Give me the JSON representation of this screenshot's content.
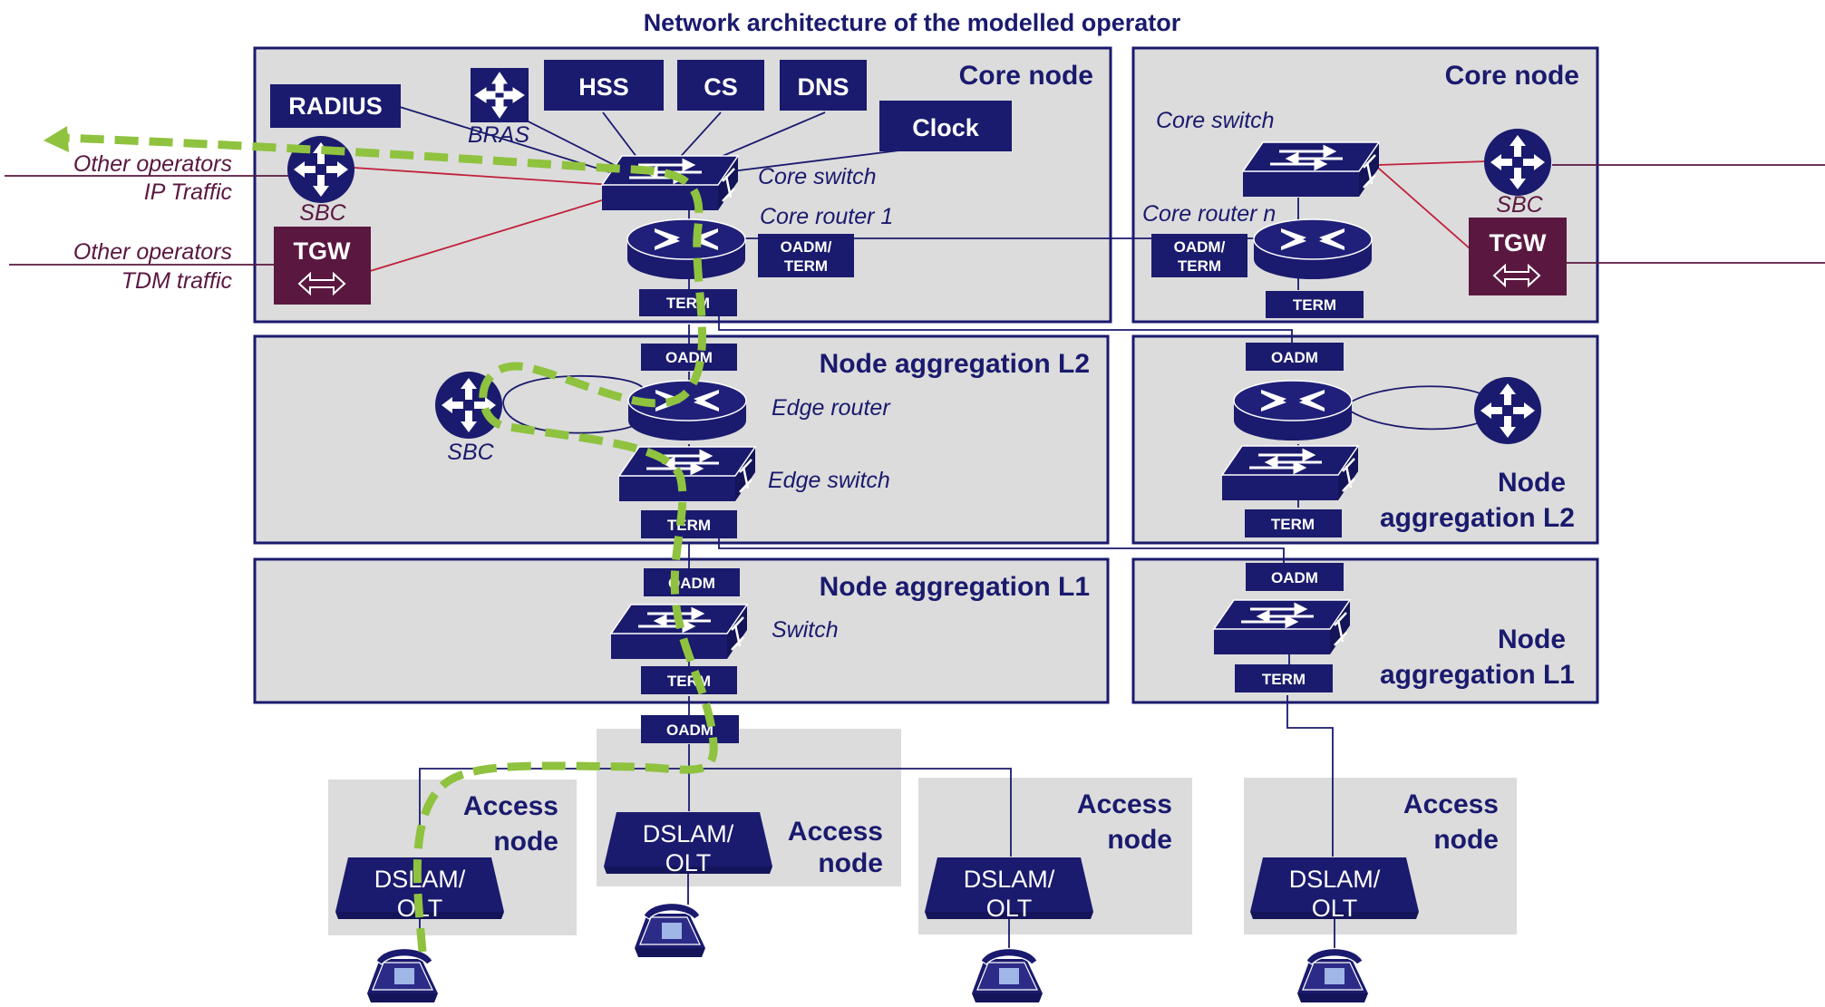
{
  "title": "Network architecture of the modelled operator",
  "nodes": {
    "core_left": "Core node",
    "core_right": "Core node",
    "agg_l2_left": "Node aggregation L2",
    "agg_l2_right_line1": "Node",
    "agg_l2_right_line2": "aggregation L2",
    "agg_l1_left": "Node aggregation L1",
    "agg_l1_right_line1": "Node",
    "agg_l1_right_line2": "aggregation L1",
    "access_line1": "Access",
    "access_line2": "node"
  },
  "servers": {
    "radius": "RADIUS",
    "hss": "HSS",
    "cs": "CS",
    "dns": "DNS",
    "clock": "Clock",
    "bras": "BRAS"
  },
  "devices": {
    "core_switch": "Core switch",
    "core_router_1": "Core router 1",
    "core_router_n": "Core router n",
    "edge_router": "Edge router",
    "edge_switch": "Edge switch",
    "switch": "Switch",
    "sbc": "SBC",
    "tgw": "TGW",
    "oadm_term_line1": "OADM/",
    "oadm_term_line2": "TERM",
    "term": "TERM",
    "oadm": "OADM",
    "dslam_line1": "DSLAM/",
    "dslam_line2": "OLT"
  },
  "external": {
    "ip_line1": "Other operators",
    "ip_line2": "IP Traffic",
    "tdm_line1": "Other operators",
    "tdm_line2": "TDM traffic"
  },
  "colors": {
    "navy": "#1a1a6e",
    "box_fill": "#dcdcdc",
    "tgw": "#5a1840",
    "red_link": "#c0203a",
    "path": "#8fc23f"
  }
}
